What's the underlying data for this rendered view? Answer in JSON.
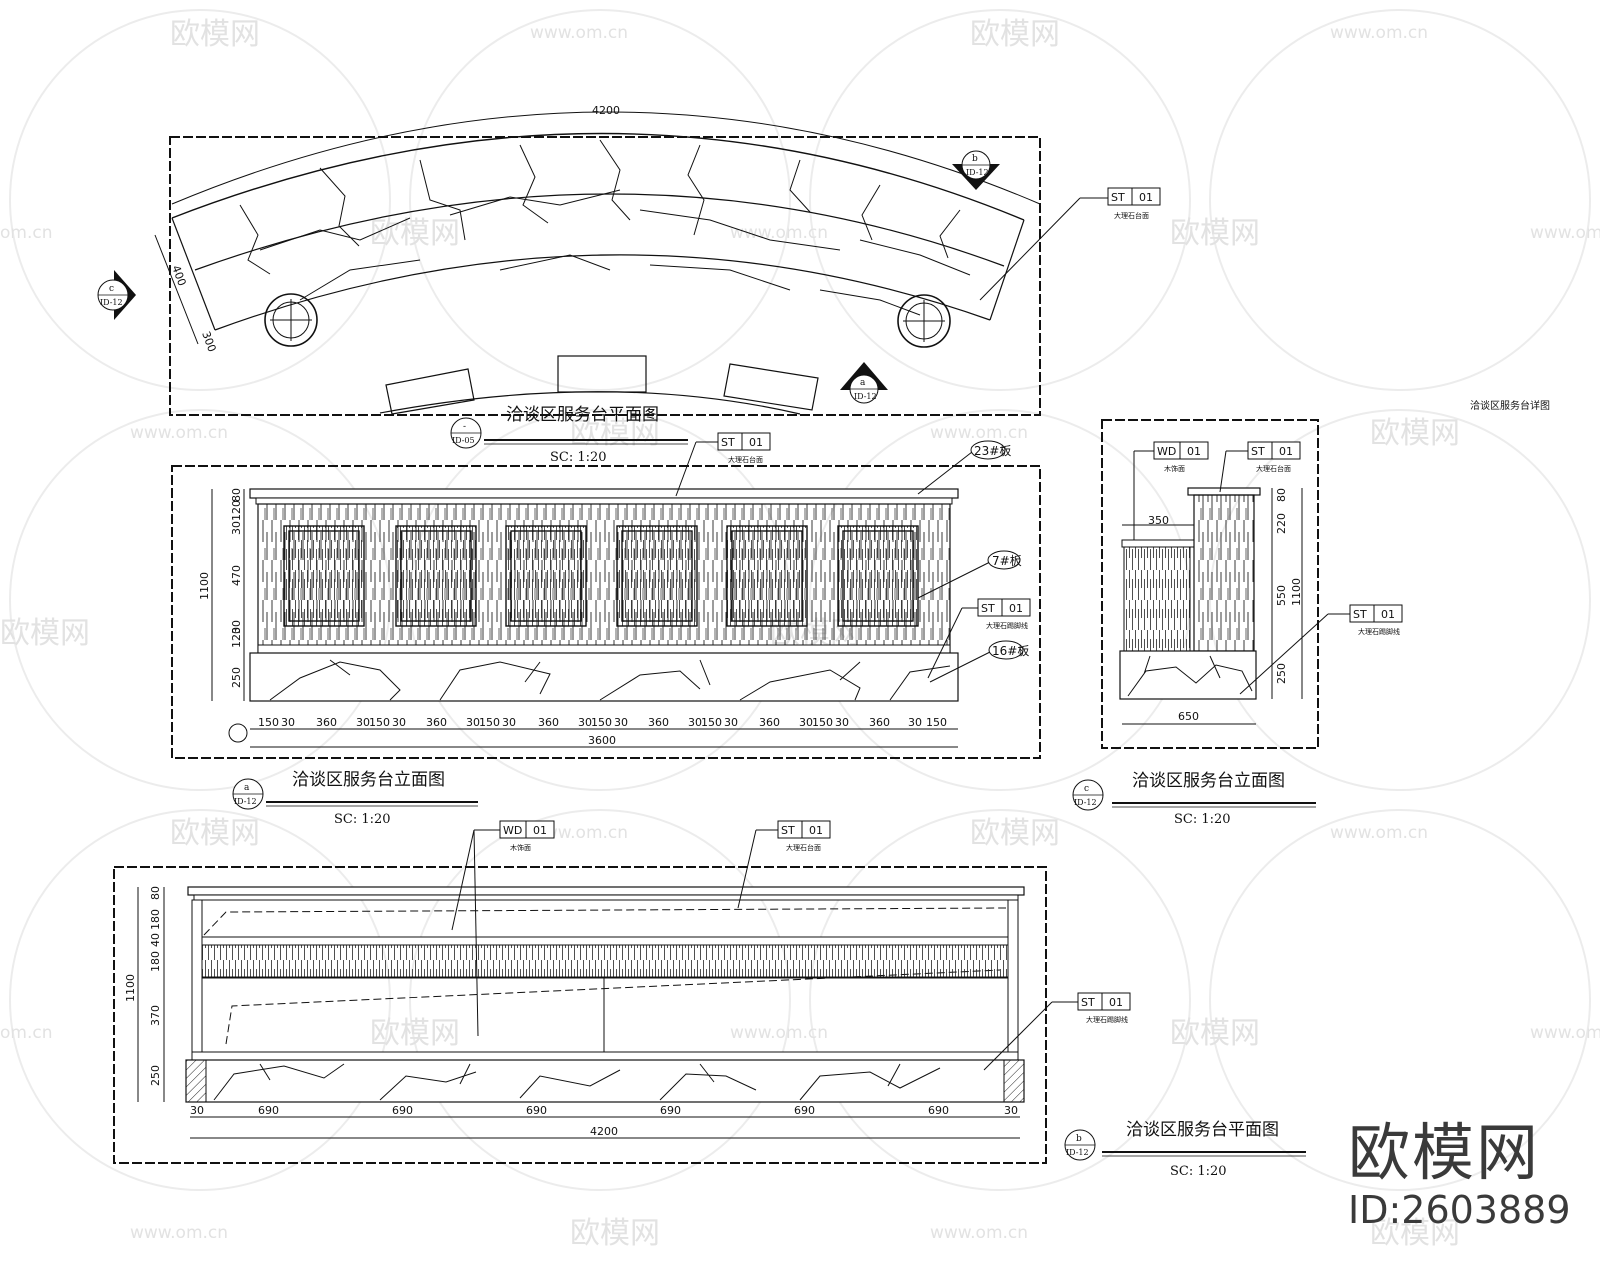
{
  "watermarks": {
    "brand": "欧模网",
    "url": "www.om.cn",
    "url_short": "om.cn"
  },
  "corner_brand": {
    "name": "欧模网",
    "id": "ID:2603889"
  },
  "plan_top": {
    "title": "洽谈区服务台平面图",
    "scale": "SC: 1:20",
    "dim_arc": "4200",
    "dim_depth": "400",
    "dim_inner": "300",
    "marker_b": {
      "top": "b",
      "bottom": "ID-12"
    },
    "marker_c": {
      "top": "c",
      "bottom": "ID-12"
    },
    "marker_a": {
      "top": "a",
      "bottom": "ID-12"
    },
    "title_marker": {
      "top": "-",
      "bottom": "ID-05"
    },
    "tag": {
      "code": "ST",
      "num": "01",
      "note": "大理石台面"
    }
  },
  "right_note": "洽谈区服务台详图",
  "elev_front": {
    "title": "洽谈区服务台立面图",
    "scale": "SC: 1:20",
    "marker": {
      "top": "a",
      "bottom": "ID-12"
    },
    "tag_top": {
      "code": "ST",
      "num": "01",
      "note": "大理石台面"
    },
    "tag_mid": {
      "code": "ST",
      "num": "01",
      "note": "大理石踢脚线"
    },
    "callouts": [
      "23#板",
      "7#板",
      "16#板"
    ],
    "vdims": [
      "80",
      "120",
      "30",
      "470",
      "30",
      "120",
      "250"
    ],
    "vtotal": "1100",
    "hdims": [
      "150",
      "30",
      "360",
      "30",
      "150",
      "30",
      "360",
      "30",
      "150",
      "30",
      "360",
      "30",
      "150",
      "30",
      "360",
      "30",
      "150",
      "30",
      "360",
      "30",
      "150",
      "30",
      "360",
      "30",
      "150"
    ],
    "htotal": "3600"
  },
  "elev_side": {
    "title": "洽谈区服务台立面图",
    "scale": "SC: 1:20",
    "marker": {
      "top": "c",
      "bottom": "ID-12"
    },
    "tag_wd": {
      "code": "WD",
      "num": "01",
      "note": "木饰面"
    },
    "tag_st": {
      "code": "ST",
      "num": "01",
      "note": "大理石台面"
    },
    "tag_base": {
      "code": "ST",
      "num": "01",
      "note": "大理石踢脚线"
    },
    "dim_350": "350",
    "dim_650": "650",
    "vdims": [
      "80",
      "220",
      "550",
      "250"
    ],
    "vtotal": "1100"
  },
  "plan_bottom": {
    "title": "洽谈区服务台平面图",
    "scale": "SC: 1:20",
    "marker": {
      "top": "b",
      "bottom": "ID-12"
    },
    "tag_wd": {
      "code": "WD",
      "num": "01",
      "note": "木饰面"
    },
    "tag_st": {
      "code": "ST",
      "num": "01",
      "note": "大理石台面"
    },
    "tag_base": {
      "code": "ST",
      "num": "01",
      "note": "大理石踢脚线"
    },
    "vdims": [
      "80",
      "180",
      "40",
      "180",
      "370",
      "250"
    ],
    "vtotal": "1100",
    "hdims": [
      "30",
      "690",
      "690",
      "690",
      "690",
      "690",
      "690",
      "30"
    ],
    "htotal": "4200"
  }
}
